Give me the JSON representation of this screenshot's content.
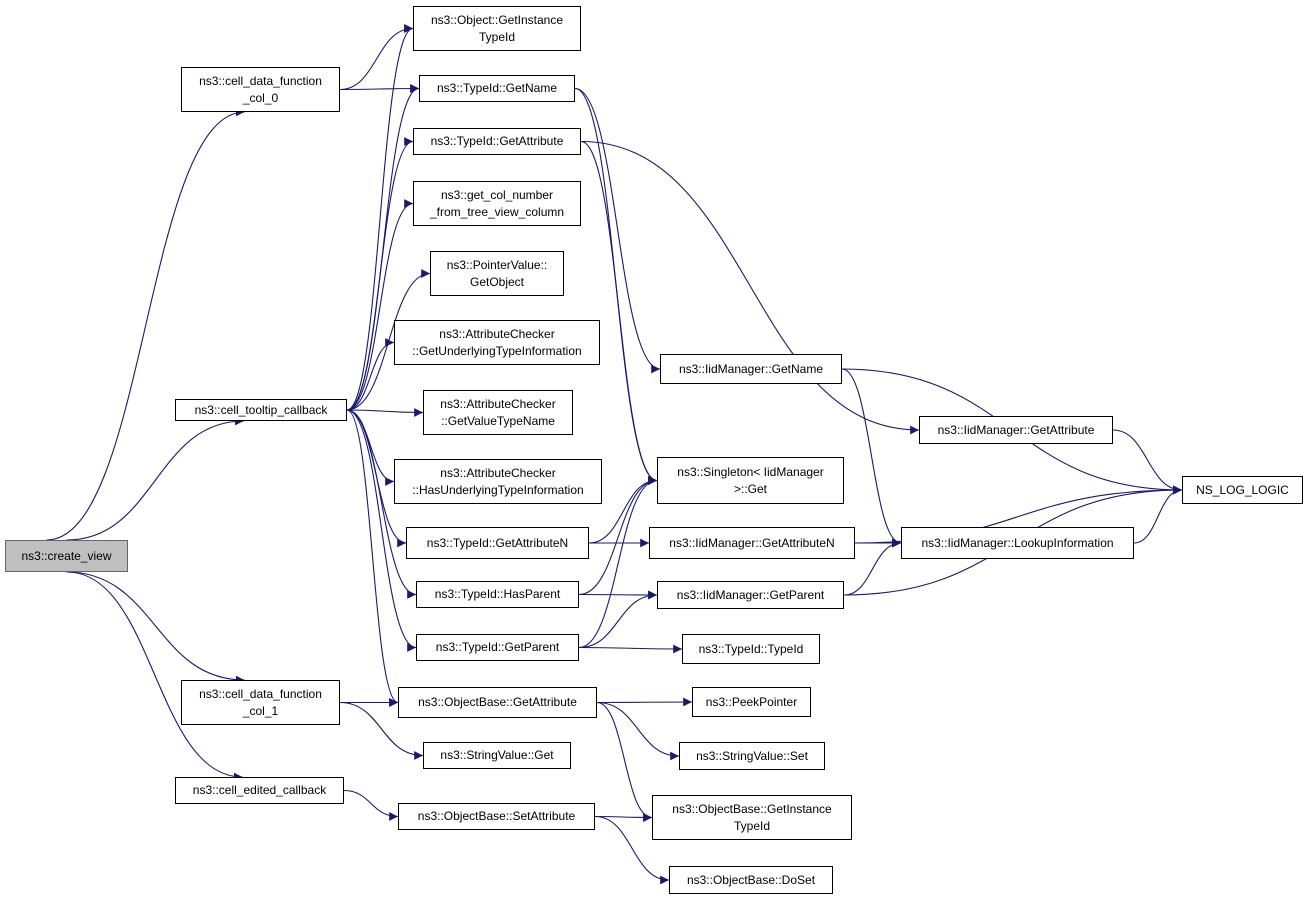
{
  "colors": {
    "edge": "#191970",
    "node_border": "#000000",
    "root_fill": "#bfbfbf",
    "root_border": "#666666"
  },
  "nodes": [
    {
      "id": "create_view",
      "lines": [
        "ns3::create_view"
      ],
      "root": true
    },
    {
      "id": "cdf0",
      "lines": [
        "ns3::cell_data_function",
        "_col_0"
      ]
    },
    {
      "id": "tooltip",
      "lines": [
        "ns3::cell_tooltip_callback"
      ]
    },
    {
      "id": "cdf1",
      "lines": [
        "ns3::cell_data_function",
        "_col_1"
      ]
    },
    {
      "id": "edited",
      "lines": [
        "ns3::cell_edited_callback"
      ]
    },
    {
      "id": "obj_git",
      "lines": [
        "ns3::Object::GetInstance",
        "TypeId"
      ]
    },
    {
      "id": "tid_getname",
      "lines": [
        "ns3::TypeId::GetName"
      ]
    },
    {
      "id": "tid_getattr",
      "lines": [
        "ns3::TypeId::GetAttribute"
      ]
    },
    {
      "id": "getcolnum",
      "lines": [
        "ns3::get_col_number",
        "_from_tree_view_column"
      ]
    },
    {
      "id": "ptr_getobj",
      "lines": [
        "ns3::PointerValue::",
        "GetObject"
      ]
    },
    {
      "id": "ac_guti",
      "lines": [
        "ns3::AttributeChecker",
        "::GetUnderlyingTypeInformation"
      ]
    },
    {
      "id": "ac_gvtn",
      "lines": [
        "ns3::AttributeChecker",
        "::GetValueTypeName"
      ]
    },
    {
      "id": "ac_huti",
      "lines": [
        "ns3::AttributeChecker",
        "::HasUnderlyingTypeInformation"
      ]
    },
    {
      "id": "tid_getattrn",
      "lines": [
        "ns3::TypeId::GetAttributeN"
      ]
    },
    {
      "id": "tid_hasparent",
      "lines": [
        "ns3::TypeId::HasParent"
      ]
    },
    {
      "id": "tid_getparent",
      "lines": [
        "ns3::TypeId::GetParent"
      ]
    },
    {
      "id": "ob_getattr",
      "lines": [
        "ns3::ObjectBase::GetAttribute"
      ]
    },
    {
      "id": "sv_get",
      "lines": [
        "ns3::StringValue::Get"
      ]
    },
    {
      "id": "ob_setattr",
      "lines": [
        "ns3::ObjectBase::SetAttribute"
      ]
    },
    {
      "id": "iid_getname",
      "lines": [
        "ns3::IidManager::GetName"
      ]
    },
    {
      "id": "singleton_get",
      "lines": [
        "ns3::Singleton< IidManager",
        ">::Get"
      ]
    },
    {
      "id": "iid_getattrn",
      "lines": [
        "ns3::IidManager::GetAttributeN"
      ]
    },
    {
      "id": "iid_getparent",
      "lines": [
        "ns3::IidManager::GetParent"
      ]
    },
    {
      "id": "iid_getattr",
      "lines": [
        "ns3::IidManager::GetAttribute"
      ]
    },
    {
      "id": "iid_lookup",
      "lines": [
        "ns3::IidManager::LookupInformation"
      ]
    },
    {
      "id": "ns_log_logic",
      "lines": [
        "NS_LOG_LOGIC"
      ]
    },
    {
      "id": "tid_typeid",
      "lines": [
        "ns3::TypeId::TypeId"
      ]
    },
    {
      "id": "peekpointer",
      "lines": [
        "ns3::PeekPointer"
      ]
    },
    {
      "id": "sv_set",
      "lines": [
        "ns3::StringValue::Set"
      ]
    },
    {
      "id": "ob_git",
      "lines": [
        "ns3::ObjectBase::GetInstance",
        "TypeId"
      ]
    },
    {
      "id": "ob_doset",
      "lines": [
        "ns3::ObjectBase::DoSet"
      ]
    }
  ],
  "edges": [
    [
      "create_view",
      "cdf0"
    ],
    [
      "create_view",
      "tooltip"
    ],
    [
      "create_view",
      "cdf1"
    ],
    [
      "create_view",
      "edited"
    ],
    [
      "cdf0",
      "obj_git"
    ],
    [
      "cdf0",
      "tid_getname"
    ],
    [
      "tooltip",
      "obj_git"
    ],
    [
      "tooltip",
      "tid_getname"
    ],
    [
      "tooltip",
      "tid_getattr"
    ],
    [
      "tooltip",
      "getcolnum"
    ],
    [
      "tooltip",
      "ptr_getobj"
    ],
    [
      "tooltip",
      "ac_guti"
    ],
    [
      "tooltip",
      "ac_gvtn"
    ],
    [
      "tooltip",
      "ac_huti"
    ],
    [
      "tooltip",
      "tid_getattrn"
    ],
    [
      "tooltip",
      "tid_hasparent"
    ],
    [
      "tooltip",
      "tid_getparent"
    ],
    [
      "tooltip",
      "ob_getattr"
    ],
    [
      "tid_getname",
      "iid_getname"
    ],
    [
      "tid_getname",
      "singleton_get"
    ],
    [
      "tid_getattr",
      "iid_getattr"
    ],
    [
      "tid_getattr",
      "singleton_get"
    ],
    [
      "tid_getattrn",
      "singleton_get"
    ],
    [
      "tid_getattrn",
      "iid_getattrn"
    ],
    [
      "tid_hasparent",
      "singleton_get"
    ],
    [
      "tid_hasparent",
      "iid_getparent"
    ],
    [
      "tid_getparent",
      "singleton_get"
    ],
    [
      "tid_getparent",
      "iid_getparent"
    ],
    [
      "tid_getparent",
      "tid_typeid"
    ],
    [
      "iid_getname",
      "ns_log_logic"
    ],
    [
      "iid_getname",
      "iid_lookup"
    ],
    [
      "iid_getattr",
      "ns_log_logic"
    ],
    [
      "iid_getattrn",
      "ns_log_logic"
    ],
    [
      "iid_getattrn",
      "iid_lookup"
    ],
    [
      "iid_getparent",
      "iid_lookup"
    ],
    [
      "iid_getparent",
      "ns_log_logic"
    ],
    [
      "iid_lookup",
      "ns_log_logic"
    ],
    [
      "cdf1",
      "ob_getattr"
    ],
    [
      "cdf1",
      "sv_get"
    ],
    [
      "ob_getattr",
      "peekpointer"
    ],
    [
      "ob_getattr",
      "sv_set"
    ],
    [
      "ob_getattr",
      "ob_git"
    ],
    [
      "edited",
      "ob_setattr"
    ],
    [
      "ob_setattr",
      "ob_git"
    ],
    [
      "ob_setattr",
      "ob_doset"
    ]
  ]
}
